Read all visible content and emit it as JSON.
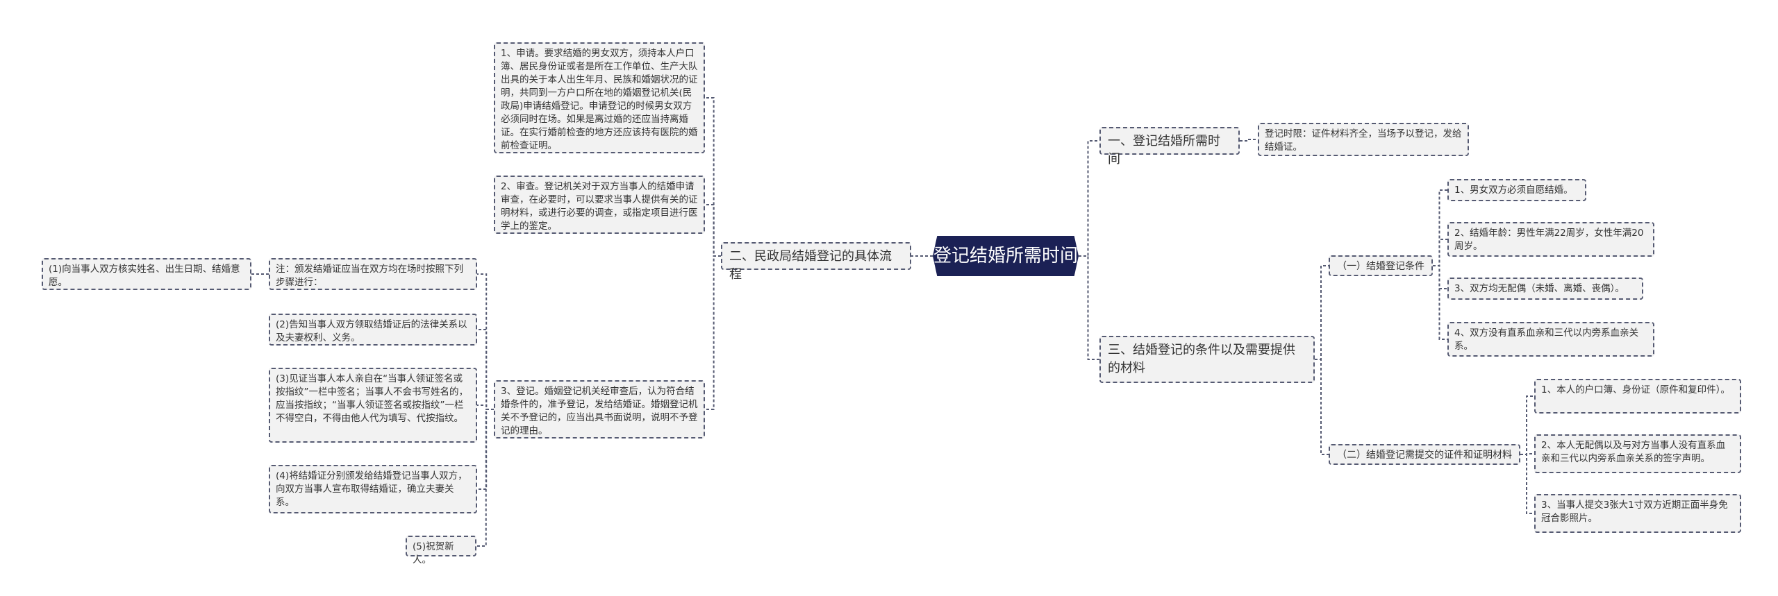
{
  "root": {
    "title": "登记结婚所需时间"
  },
  "branch_process": {
    "title": "二、民政局结婚登记的具体流程",
    "step1": "1、申请。要求结婚的男女双方，须持本人户口簿、居民身份证或者是所在工作单位、生产大队出具的关于本人出生年月、民族和婚姻状况的证明，共同到一方户口所在地的婚姻登记机关(民政局)申请结婚登记。申请登记的时候男女双方必须同时在场。如果是离过婚的还应当持离婚证。在实行婚前检查的地方还应该持有医院的婚前检查证明。",
    "step2": "2、审查。登记机关对于双方当事人的结婚申请审查，在必要时，可以要求当事人提供有关的证明材料，或进行必要的调查，或指定项目进行医学上的鉴定。",
    "step3": "3、登记。婚姻登记机关经审查后，认为符合结婚条件的，准予登记，发给结婚证。婚姻登记机关不予登记的，应当出具书面说明，说明不予登记的理由。",
    "note": "注：颁发结婚证应当在双方均在场时按照下列步骤进行：",
    "note_sub1": "(1)向当事人双方核实姓名、出生日期、结婚意愿。",
    "sub2": "(2)告知当事人双方领取结婚证后的法律关系以及夫妻权利、义务。",
    "sub3": "(3)见证当事人本人亲自在“当事人领证签名或按指纹”一栏中签名；当事人不会书写姓名的，应当按指纹；“当事人领证签名或按指纹”一栏不得空白，不得由他人代为填写、代按指纹。",
    "sub4": "(4)将结婚证分别颁发给结婚登记当事人双方，向双方当事人宣布取得结婚证，确立夫妻关系。",
    "sub5": "(5)祝贺新人。"
  },
  "branch_time": {
    "title": "一、登记结婚所需时间",
    "detail": "登记时限：证件材料齐全，当场予以登记，发给结婚证。"
  },
  "branch_conditions": {
    "title": "三、结婚登记的条件以及需要提供的材料",
    "cond_group": {
      "title": "（一）结婚登记条件",
      "items": [
        "1、男女双方必须自愿结婚。",
        "2、结婚年龄：男性年满22周岁，女性年满20周岁。",
        "3、双方均无配偶（未婚、离婚、丧偶）。",
        "4、双方没有直系血亲和三代以内旁系血亲关系。"
      ]
    },
    "material_group": {
      "title": "（二）结婚登记需提交的证件和证明材料",
      "items": [
        "1、本人的户口簿、身份证（原件和复印件）。",
        "2、本人无配偶以及与对方当事人没有直系血亲和三代以内旁系血亲关系的签字声明。",
        "3、当事人提交3张大1寸双方近期正面半身免冠合影照片。"
      ]
    }
  },
  "colors": {
    "root_bg": "#1b2155",
    "line": "#555a72",
    "node_bg": "#f2f2f2"
  }
}
